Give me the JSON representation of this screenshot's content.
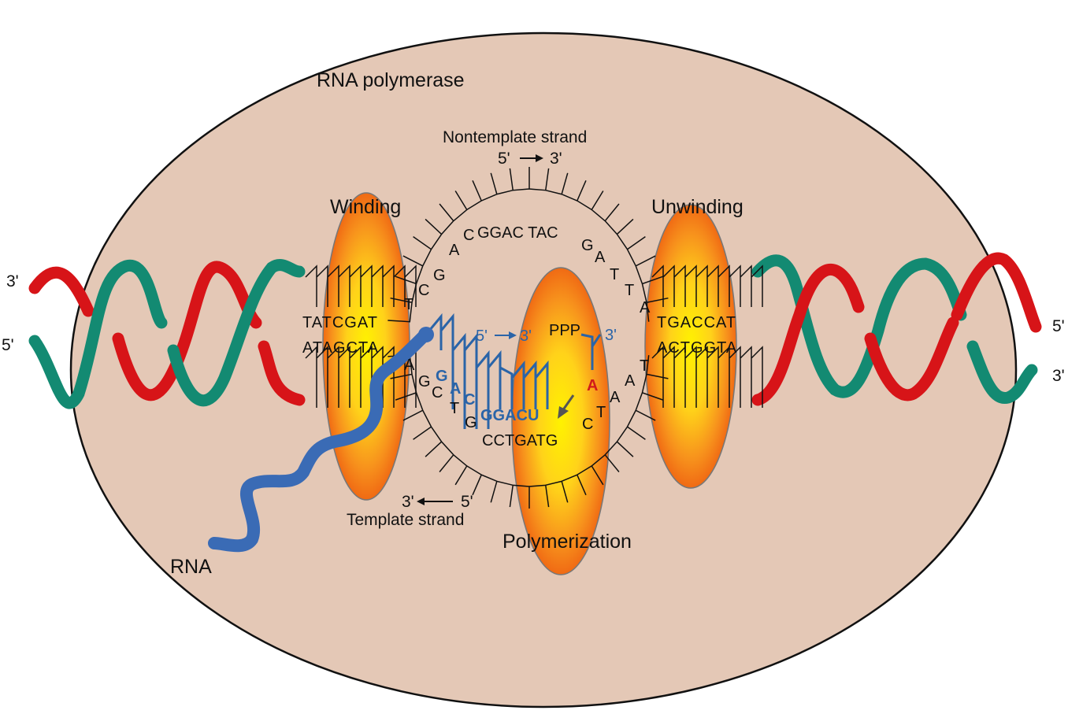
{
  "labels": {
    "enzyme": "RNA polymerase",
    "nontemplate_strand": "Nontemplate strand",
    "nontemplate_direction_start": "5'",
    "nontemplate_direction_end": "3'",
    "template_strand": "Template strand",
    "template_direction_start": "3'",
    "template_direction_end": "5'",
    "winding": "Winding",
    "unwinding": "Unwinding",
    "polymerization": "Polymerization",
    "rna": "RNA",
    "left_top_end": "3'",
    "left_bottom_end": "5'",
    "right_top_end": "5'",
    "right_bottom_end": "3'",
    "rna_direction_start": "5'",
    "rna_direction_end": "3'",
    "triphosphate": "PPP",
    "rna_3prime": "3'"
  },
  "sequences": {
    "left_top": [
      "T",
      "A",
      "T",
      "C",
      "G",
      "A",
      "T"
    ],
    "left_bottom": [
      "A",
      "T",
      "A",
      "G",
      "C",
      "T",
      "A"
    ],
    "right_top": [
      "T",
      "G",
      "A",
      "C",
      "C",
      "A",
      "T"
    ],
    "right_bottom": [
      "A",
      "C",
      "T",
      "G",
      "G",
      "T",
      "A"
    ],
    "bubble_top_left_arc": [
      "T",
      "C",
      "G",
      "A",
      "C"
    ],
    "bubble_top_middle": "GGAC TAC",
    "bubble_top_right_arc": [
      "G",
      "A",
      "T",
      "T",
      "A"
    ],
    "bubble_bottom_left_arc": [
      "A",
      "G",
      "C",
      "T",
      "G"
    ],
    "bubble_bottom_middle": "CCTGATG",
    "bubble_bottom_right_arc": [
      "C",
      "T",
      "A",
      "A",
      "T"
    ],
    "rna_arc": [
      "G",
      "A",
      "C"
    ],
    "rna_row": "GGACU",
    "incoming_nucleotide": "A"
  },
  "colors": {
    "enzyme_body": "#e4c8b6",
    "strand_red": "#d71418",
    "strand_green": "#138a72",
    "rna_blue": "#3a6bb5",
    "site_orange": "#f07a1a",
    "site_yellow": "#fff200"
  }
}
